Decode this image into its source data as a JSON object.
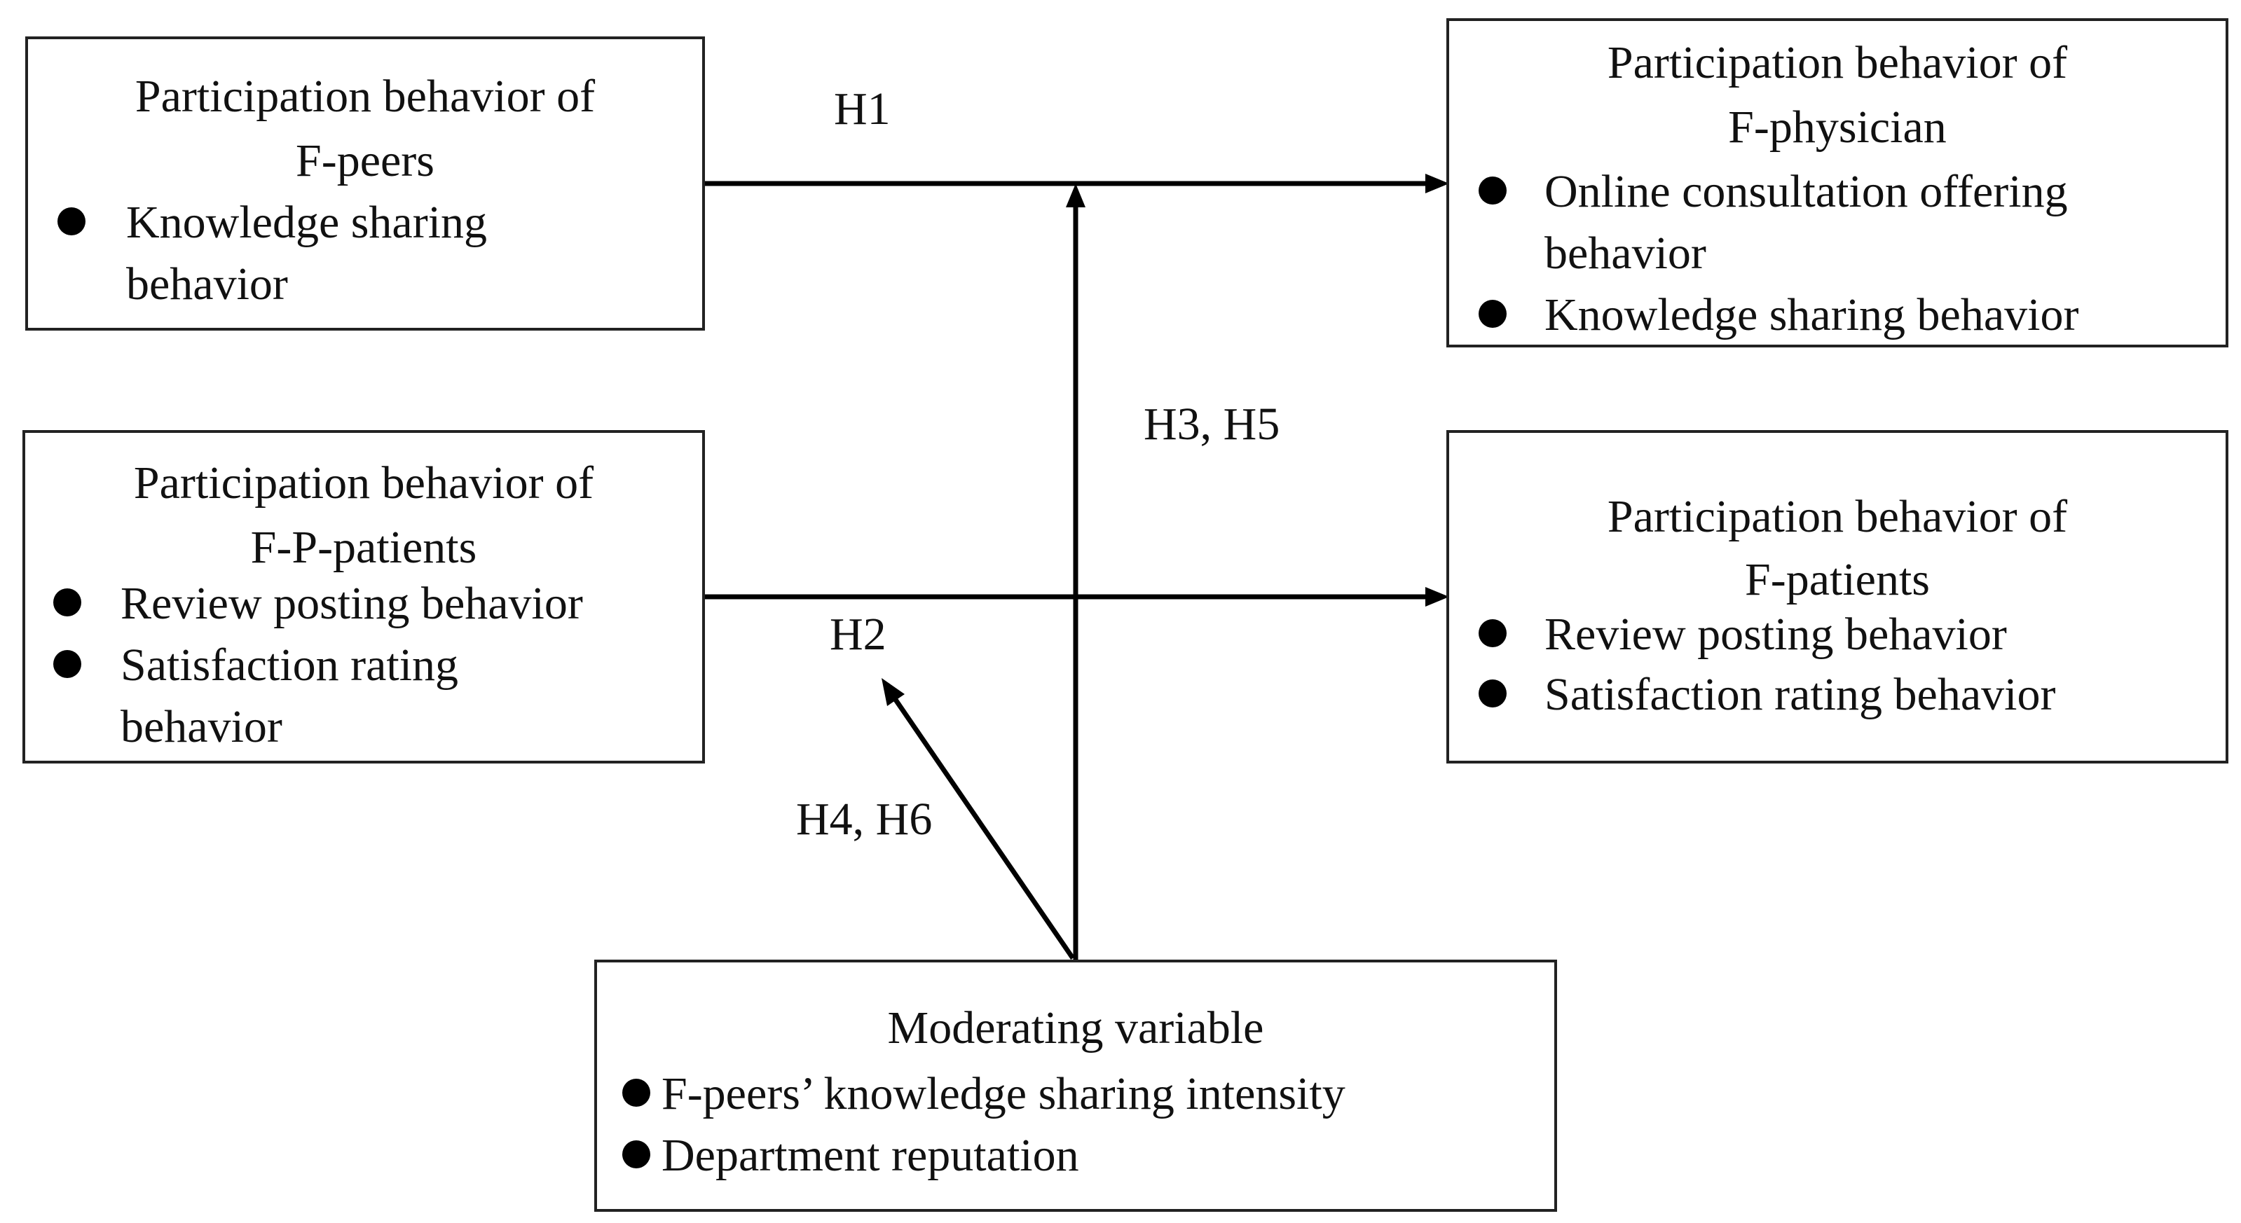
{
  "colors": {
    "line": "#000000",
    "border": "#222222",
    "background": "#ffffff",
    "text": "#111111"
  },
  "boxes": {
    "f_peers": {
      "title_line1": "Participation behavior of",
      "title_line2": "F-peers",
      "items": [
        {
          "line1": "Knowledge sharing",
          "line2": "behavior"
        }
      ]
    },
    "f_p_patients": {
      "title_line1": "Participation behavior of",
      "title_line2": "F-P-patients",
      "items": [
        {
          "line1": "Review posting behavior"
        },
        {
          "line1": "Satisfaction rating",
          "line2": "behavior"
        }
      ]
    },
    "f_physician": {
      "title_line1": "Participation behavior of",
      "title_line2": "F-physician",
      "items": [
        {
          "line1": "Online consultation offering",
          "line2": "behavior"
        },
        {
          "line1": "Knowledge sharing behavior"
        }
      ]
    },
    "f_patients": {
      "title_line1": "Participation behavior of",
      "title_line2": "F-patients",
      "items": [
        {
          "line1": "Review posting behavior"
        },
        {
          "line1": "Satisfaction rating behavior"
        }
      ]
    },
    "moderating": {
      "title": "Moderating variable",
      "items": [
        {
          "line1": "F-peers’  knowledge sharing intensity"
        },
        {
          "line1": "Department reputation"
        }
      ]
    }
  },
  "edge_labels": {
    "h1": "H1",
    "h2": "H2",
    "h3_h5": "H3, H5",
    "h4_h6": "H4, H6"
  }
}
